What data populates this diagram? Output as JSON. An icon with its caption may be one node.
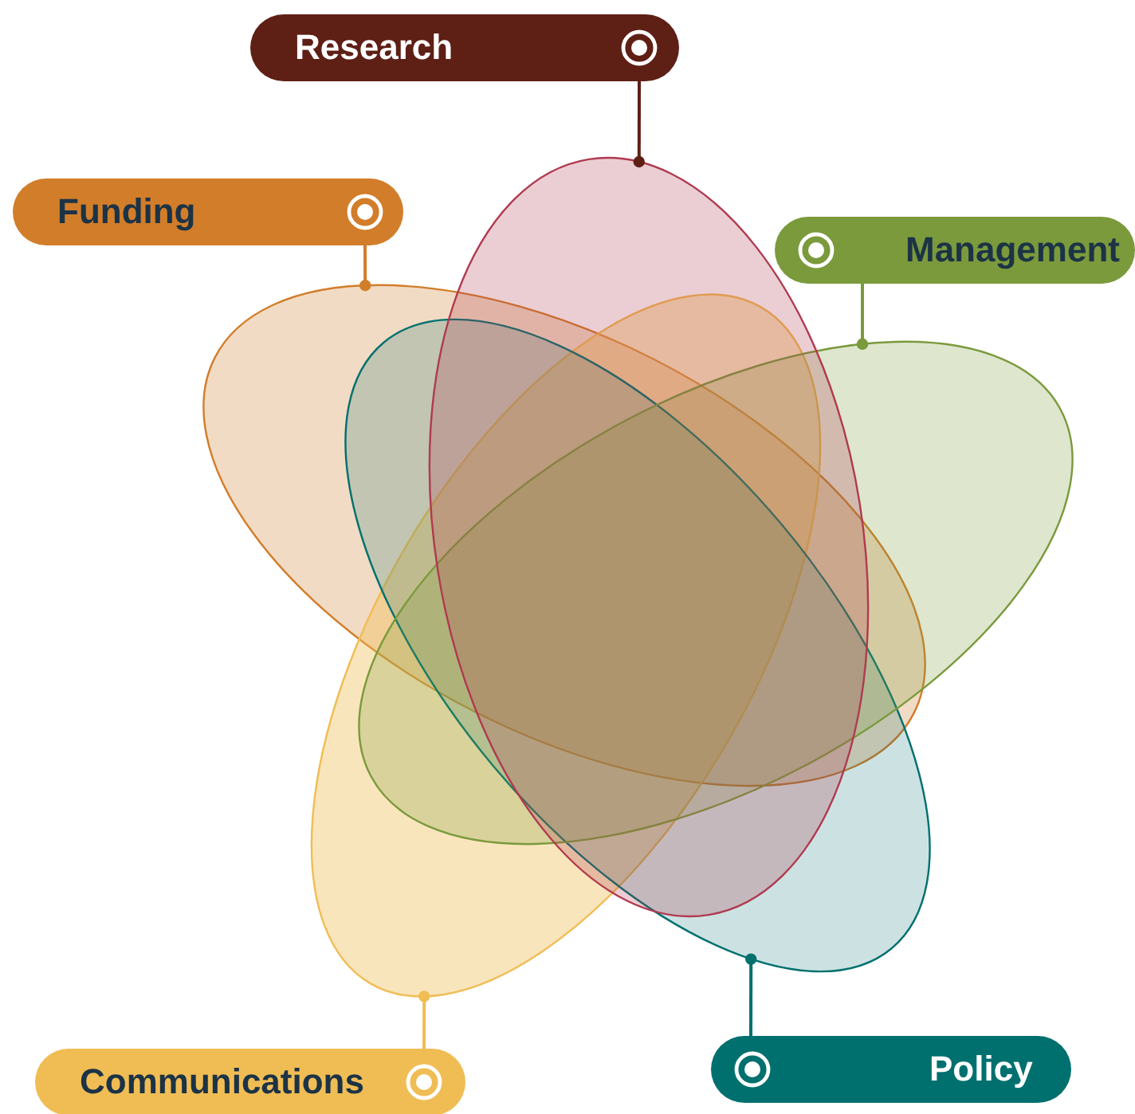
{
  "diagram": {
    "nodes": [
      {
        "text": [
          "Research"
        ]
      },
      {
        "text": [
          "Funding"
        ]
      },
      {
        "text": [
          "Management"
        ]
      },
      {
        "text": [
          "Communications"
        ]
      },
      {
        "text": [
          "Policy"
        ]
      },
      {
        "text": [],
        "shape": "ellipse"
      },
      {
        "text": [],
        "shape": "ellipse"
      },
      {
        "text": [],
        "shape": "ellipse"
      },
      {
        "text": [],
        "shape": "ellipse"
      },
      {
        "text": [],
        "shape": "ellipse"
      }
    ],
    "edges": [
      {
        "from": 0,
        "to": 9,
        "arrow": "other",
        "color": "#5e1f15"
      },
      {
        "from": 1,
        "to": 5,
        "arrow": "other",
        "color": "#d27d2a"
      },
      {
        "from": 2,
        "to": 8,
        "arrow": "other",
        "color": "#7a9a3c"
      },
      {
        "from": 3,
        "to": 6,
        "arrow": "other",
        "color": "#f0bd55"
      },
      {
        "from": 4,
        "to": 7,
        "arrow": "other",
        "color": "#00706f"
      }
    ]
  }
}
